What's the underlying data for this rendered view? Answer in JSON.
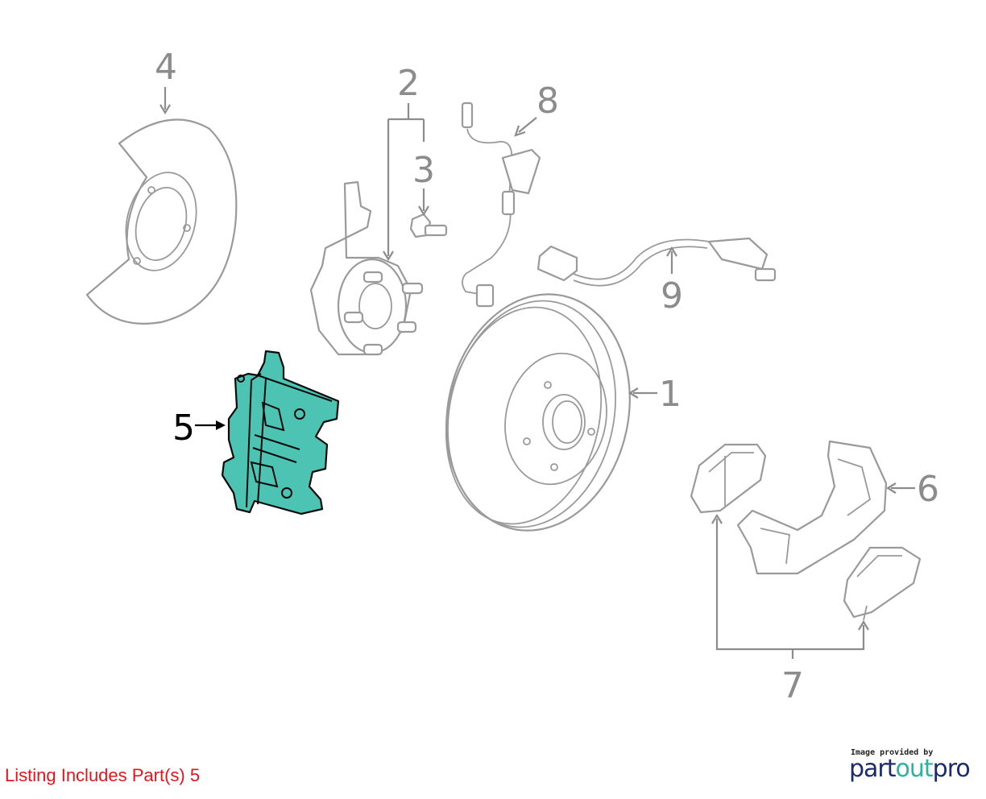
{
  "diagram": {
    "callouts": [
      "1",
      "2",
      "3",
      "4",
      "5",
      "6",
      "7",
      "8",
      "9"
    ],
    "highlighted_part": "5",
    "highlight_color": "#4cc3b3"
  },
  "footer": {
    "listing_text": "Listing Includes Part(s) 5",
    "credit_text": "Image provided by",
    "brand_part1": "part",
    "brand_part2": "out",
    "brand_part3": "pro"
  }
}
